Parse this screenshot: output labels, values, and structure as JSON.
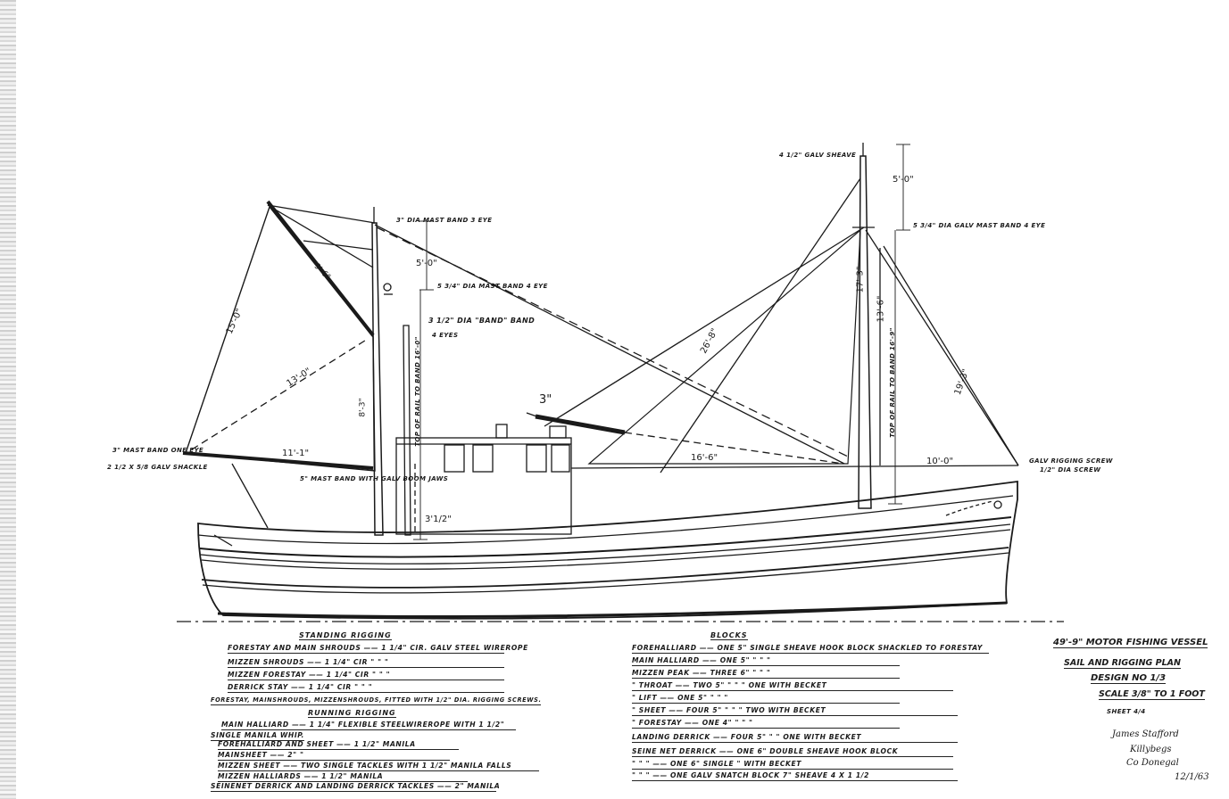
{
  "labels": {
    "mast_band_3_eye": "3\" dia mast band 3 eye",
    "mast_band_4_eye_fore": "5 3/4\" dia mast band 4 eye",
    "band_3": "3 1/2\" dia \"Band\" band",
    "eyes_4": "4 eyes",
    "galv_sheave": "4 1/2\" galv sheave",
    "mast_band_galv": "5 3/4\" dia galv mast band 4 eye",
    "mast_band_one_eye": "3\" mast band one eye",
    "galv_shackle": "2 1/2 x 5/8 galv shackle",
    "boom_jaws": "5\" mast band with galv boom jaws",
    "rigging_screw": "galv rigging screw",
    "rigging_screw_dia": "1/2\" dia screw"
  },
  "dims": {
    "fore_up": "5'-0\"",
    "aft_up": "5'-0\"",
    "sail_leech": "15'-0\"",
    "sail_diag": "13'-0\"",
    "gaff": "9'-6\"",
    "mast_short": "8'-3\"",
    "fore_boom": "11'-1\"",
    "topping": "Top of rail to band 16'-0\"",
    "rail_height": "3'1/2\"",
    "derrick_dim": "3\"",
    "derrick_long": "26'-8\"",
    "mizzen_boom": "16'-6\"",
    "mizzen_mast": "17'-3\"",
    "mizzen_top": "13'-6\"",
    "mizzen_topping": "Top of rail to band 16'-9\"",
    "forestay": "19'-3\"",
    "bowsprit": "10'-0\""
  },
  "standing": {
    "heading": "Standing Rigging",
    "rows": [
      "Forestay and main shrouds —— 1 1/4\" cir. galv steel wirerope",
      "Mizzen shrouds —— 1 1/4\" cir  \"  \"  \"",
      "Mizzen forestay —— 1 1/4\" cir  \"  \"  \"",
      "Derrick stay —— 1 1/4\" cir  \"  \"  \""
    ],
    "note": "Forestay, mainshrouds, mizzenshrouds, fitted with 1/2\" dia. rigging screws.",
    "running_heading": "Running Rigging",
    "running": [
      "Main halliard —— 1 1/4\" flexible steelwirerope with 1 1/2\"",
      "single manila whip.",
      "Forehalliard and sheet —— 1 1/2\" manila",
      "Mainsheet —— 2\"  \"",
      "Mizzen sheet —— two single tackles with 1 1/2\" manila falls",
      "Mizzen halliards —— 1 1/2\" manila",
      "Seinenet derrick and landing derrick tackles —— 2\" manila"
    ]
  },
  "blocks": {
    "heading": "Blocks",
    "rows": [
      "Forehalliard —— one 5\" single sheave hook block shackled to forestay",
      "Main halliard —— one 5\"  \"  \"  \"",
      "Mizzen peak —— three 6\"  \"  \"  \"",
      "\" throat —— two 5\"  \"  \"  \"  one with becket",
      "\" lift —— one 5\"  \"  \"  \"",
      "\" sheet —— four 5\"  \"  \"  \"  two with becket",
      "\" forestay —— one 4\"  \"  \"  \"",
      "Landing derrick —— four 5\"  \"  \"  one with becket",
      "Seine net derrick —— one 6\" double sheave hook block",
      "\"  \"  \" —— one 6\" single  \"  with becket",
      "\"  \"  \" —— one galv snatch block 7\" sheave 4 x 1 1/2"
    ]
  },
  "title_block": {
    "vessel": "49'-9\" Motor Fishing Vessel",
    "plan": "Sail and Rigging Plan",
    "design": "Design No 1/3",
    "scale": "Scale 3/8\" to 1 foot",
    "sheet": "Sheet 4/4",
    "signature_name": "James Stafford",
    "signature_place1": "Killybegs",
    "signature_place2": "Co Donegal",
    "date": "12/1/63"
  }
}
